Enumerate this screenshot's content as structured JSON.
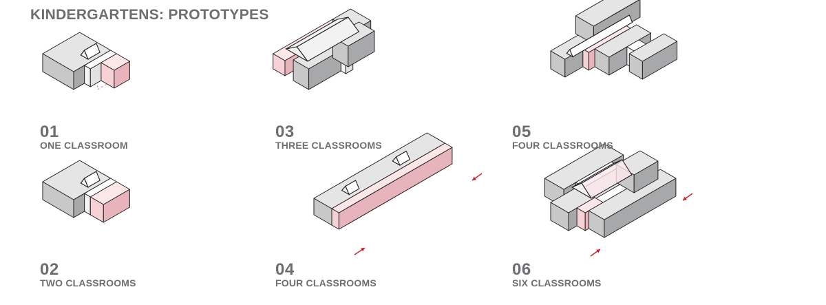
{
  "title": "KINDERGARTENS: PROTOTYPES",
  "prototypes": [
    {
      "num": "01",
      "label": "ONE CLASSROOM"
    },
    {
      "num": "02",
      "label": "TWO CLASSROOMS"
    },
    {
      "num": "03",
      "label": "THREE CLASSROOMS"
    },
    {
      "num": "04",
      "label": "FOUR CLASSROOMS"
    },
    {
      "num": "05",
      "label": "FOUR CLASSROOMS"
    },
    {
      "num": "06",
      "label": "SIX CLASSROOMS"
    }
  ],
  "colors": {
    "text": "#6d6e71",
    "block_top": "#e5e5e6",
    "block_side": "#c8c8c9",
    "classroom_pink": "#f6d1d5",
    "arrow_red": "#d2232a"
  }
}
